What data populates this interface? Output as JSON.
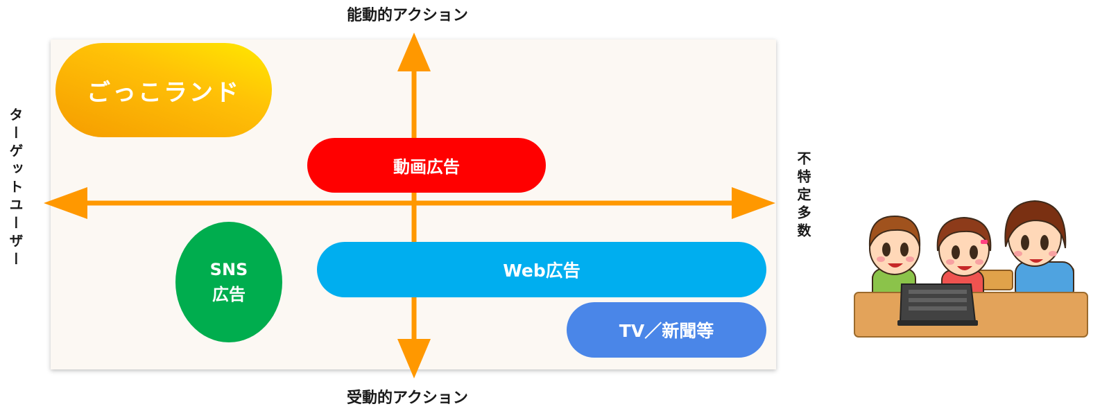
{
  "axes": {
    "top": "能動的アクション",
    "bottom": "受動的アクション",
    "left": "ターゲットユーザー",
    "right": "不特定多数"
  },
  "items": {
    "gokko": "ごっこランド",
    "video_ad": "動画広告",
    "sns_line1": "SNS",
    "sns_line2": "広告",
    "web_ad": "Web広告",
    "tv_news": "TV／新聞等"
  },
  "colors": {
    "axis": "#ff9800",
    "gokko_gradient": [
      "#ffe800",
      "#f59c00"
    ],
    "video_ad": "#ff0000",
    "sns_ad": "#00ad4e",
    "web_ad": "#00aeef",
    "tv_news": "#4a86e8",
    "plot_background": "#fcf8f3"
  },
  "illustration": "three-children-with-tablet"
}
